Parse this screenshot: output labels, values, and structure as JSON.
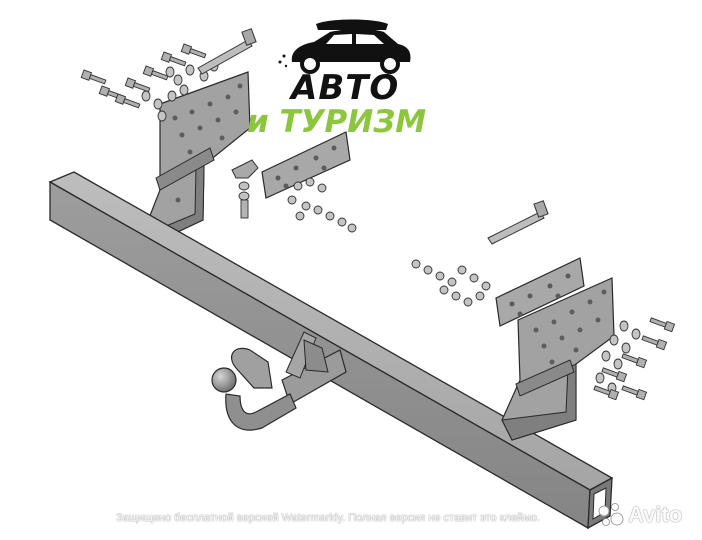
{
  "logo": {
    "line1": "АВТО",
    "line2": "и ТУРИЗМ",
    "line2_color": "#8cc63f",
    "icon": "car-with-roofbox-icon"
  },
  "watermark": {
    "text": "Защищено бесплатной версией Watermarkly. Полная версия не ставит это клеймо."
  },
  "avito": {
    "label": "Avito",
    "icon": "avito-dots-icon"
  },
  "colors": {
    "metal": "#9a9a9a",
    "metal_light": "#b4b4b4",
    "metal_dark": "#6f6f6f",
    "outline": "#2a2a2a"
  }
}
